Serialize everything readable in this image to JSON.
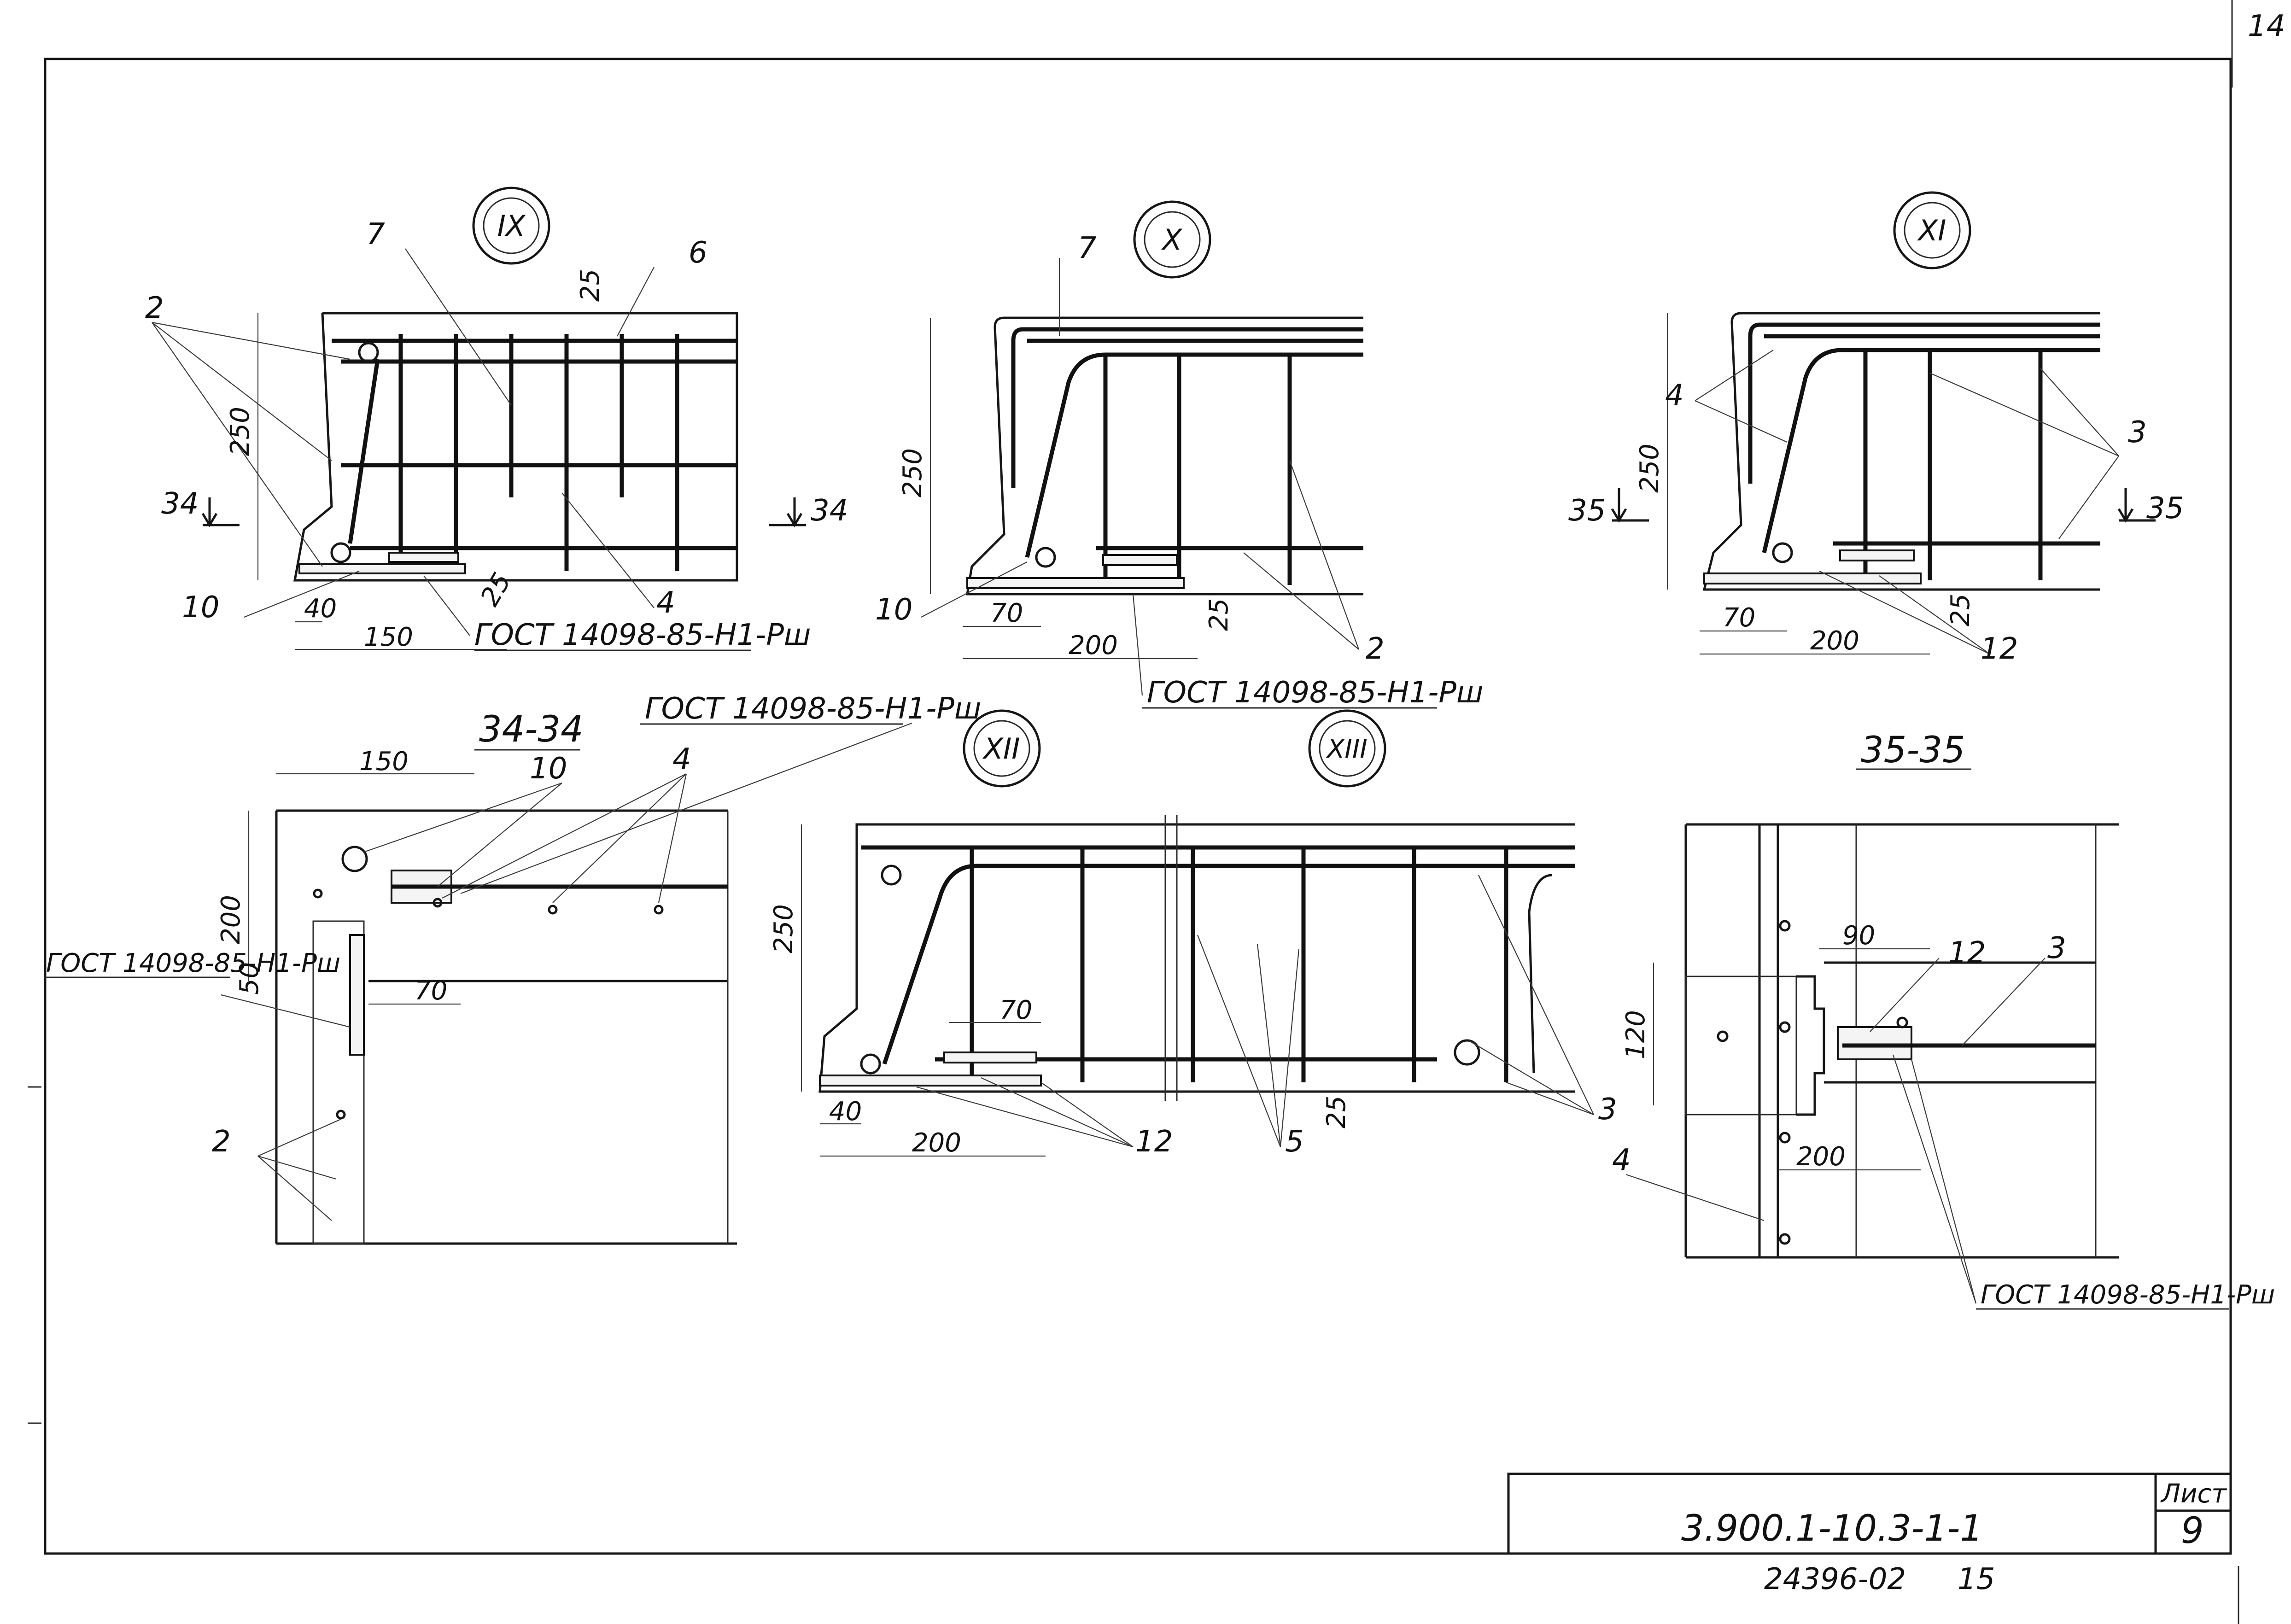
{
  "sheet": {
    "corner_number": "14",
    "code": "3.900.1-10.3-1-1",
    "list_label": "Лист",
    "list_number": "9",
    "archive_number": "24396-02",
    "archive_page": "15"
  },
  "details": {
    "ix": {
      "roman": "IX",
      "callouts": [
        "2",
        "7",
        "6",
        "10",
        "4"
      ],
      "dims": [
        "250",
        "25",
        "40",
        "150",
        "25"
      ],
      "section_mark": "34",
      "weld_note": "ГОСТ 14098-85-Н1-Рш"
    },
    "x": {
      "roman": "X",
      "callouts": [
        "7",
        "10",
        "2"
      ],
      "dims": [
        "250",
        "70",
        "200",
        "25"
      ],
      "weld_note": "ГОСТ 14098-85-Н1-Рш"
    },
    "xi": {
      "roman": "XI",
      "callouts": [
        "4",
        "3",
        "12"
      ],
      "dims": [
        "250",
        "70",
        "200",
        "25"
      ],
      "section_mark": "35"
    },
    "xii": {
      "roman": "XII",
      "callouts": [
        "12"
      ],
      "dims": [
        "250",
        "70",
        "40",
        "200"
      ]
    },
    "xiii": {
      "roman": "XIII",
      "callouts": [
        "5",
        "3"
      ],
      "dims": [
        "25"
      ]
    }
  },
  "sections": {
    "s34": {
      "title": "34-34",
      "callouts": [
        "10",
        "4",
        "2"
      ],
      "dims": [
        "150",
        "200",
        "50",
        "70"
      ],
      "weld_note_top": "ГОСТ 14098-85-Н1-Рш",
      "weld_note_left": "ГОСТ 14098-85-Н1-Рш"
    },
    "s35": {
      "title": "35-35",
      "callouts": [
        "12",
        "3",
        "4"
      ],
      "dims": [
        "90",
        "120",
        "200"
      ],
      "weld_note": "ГОСТ 14098-85-Н1-Рш"
    }
  }
}
